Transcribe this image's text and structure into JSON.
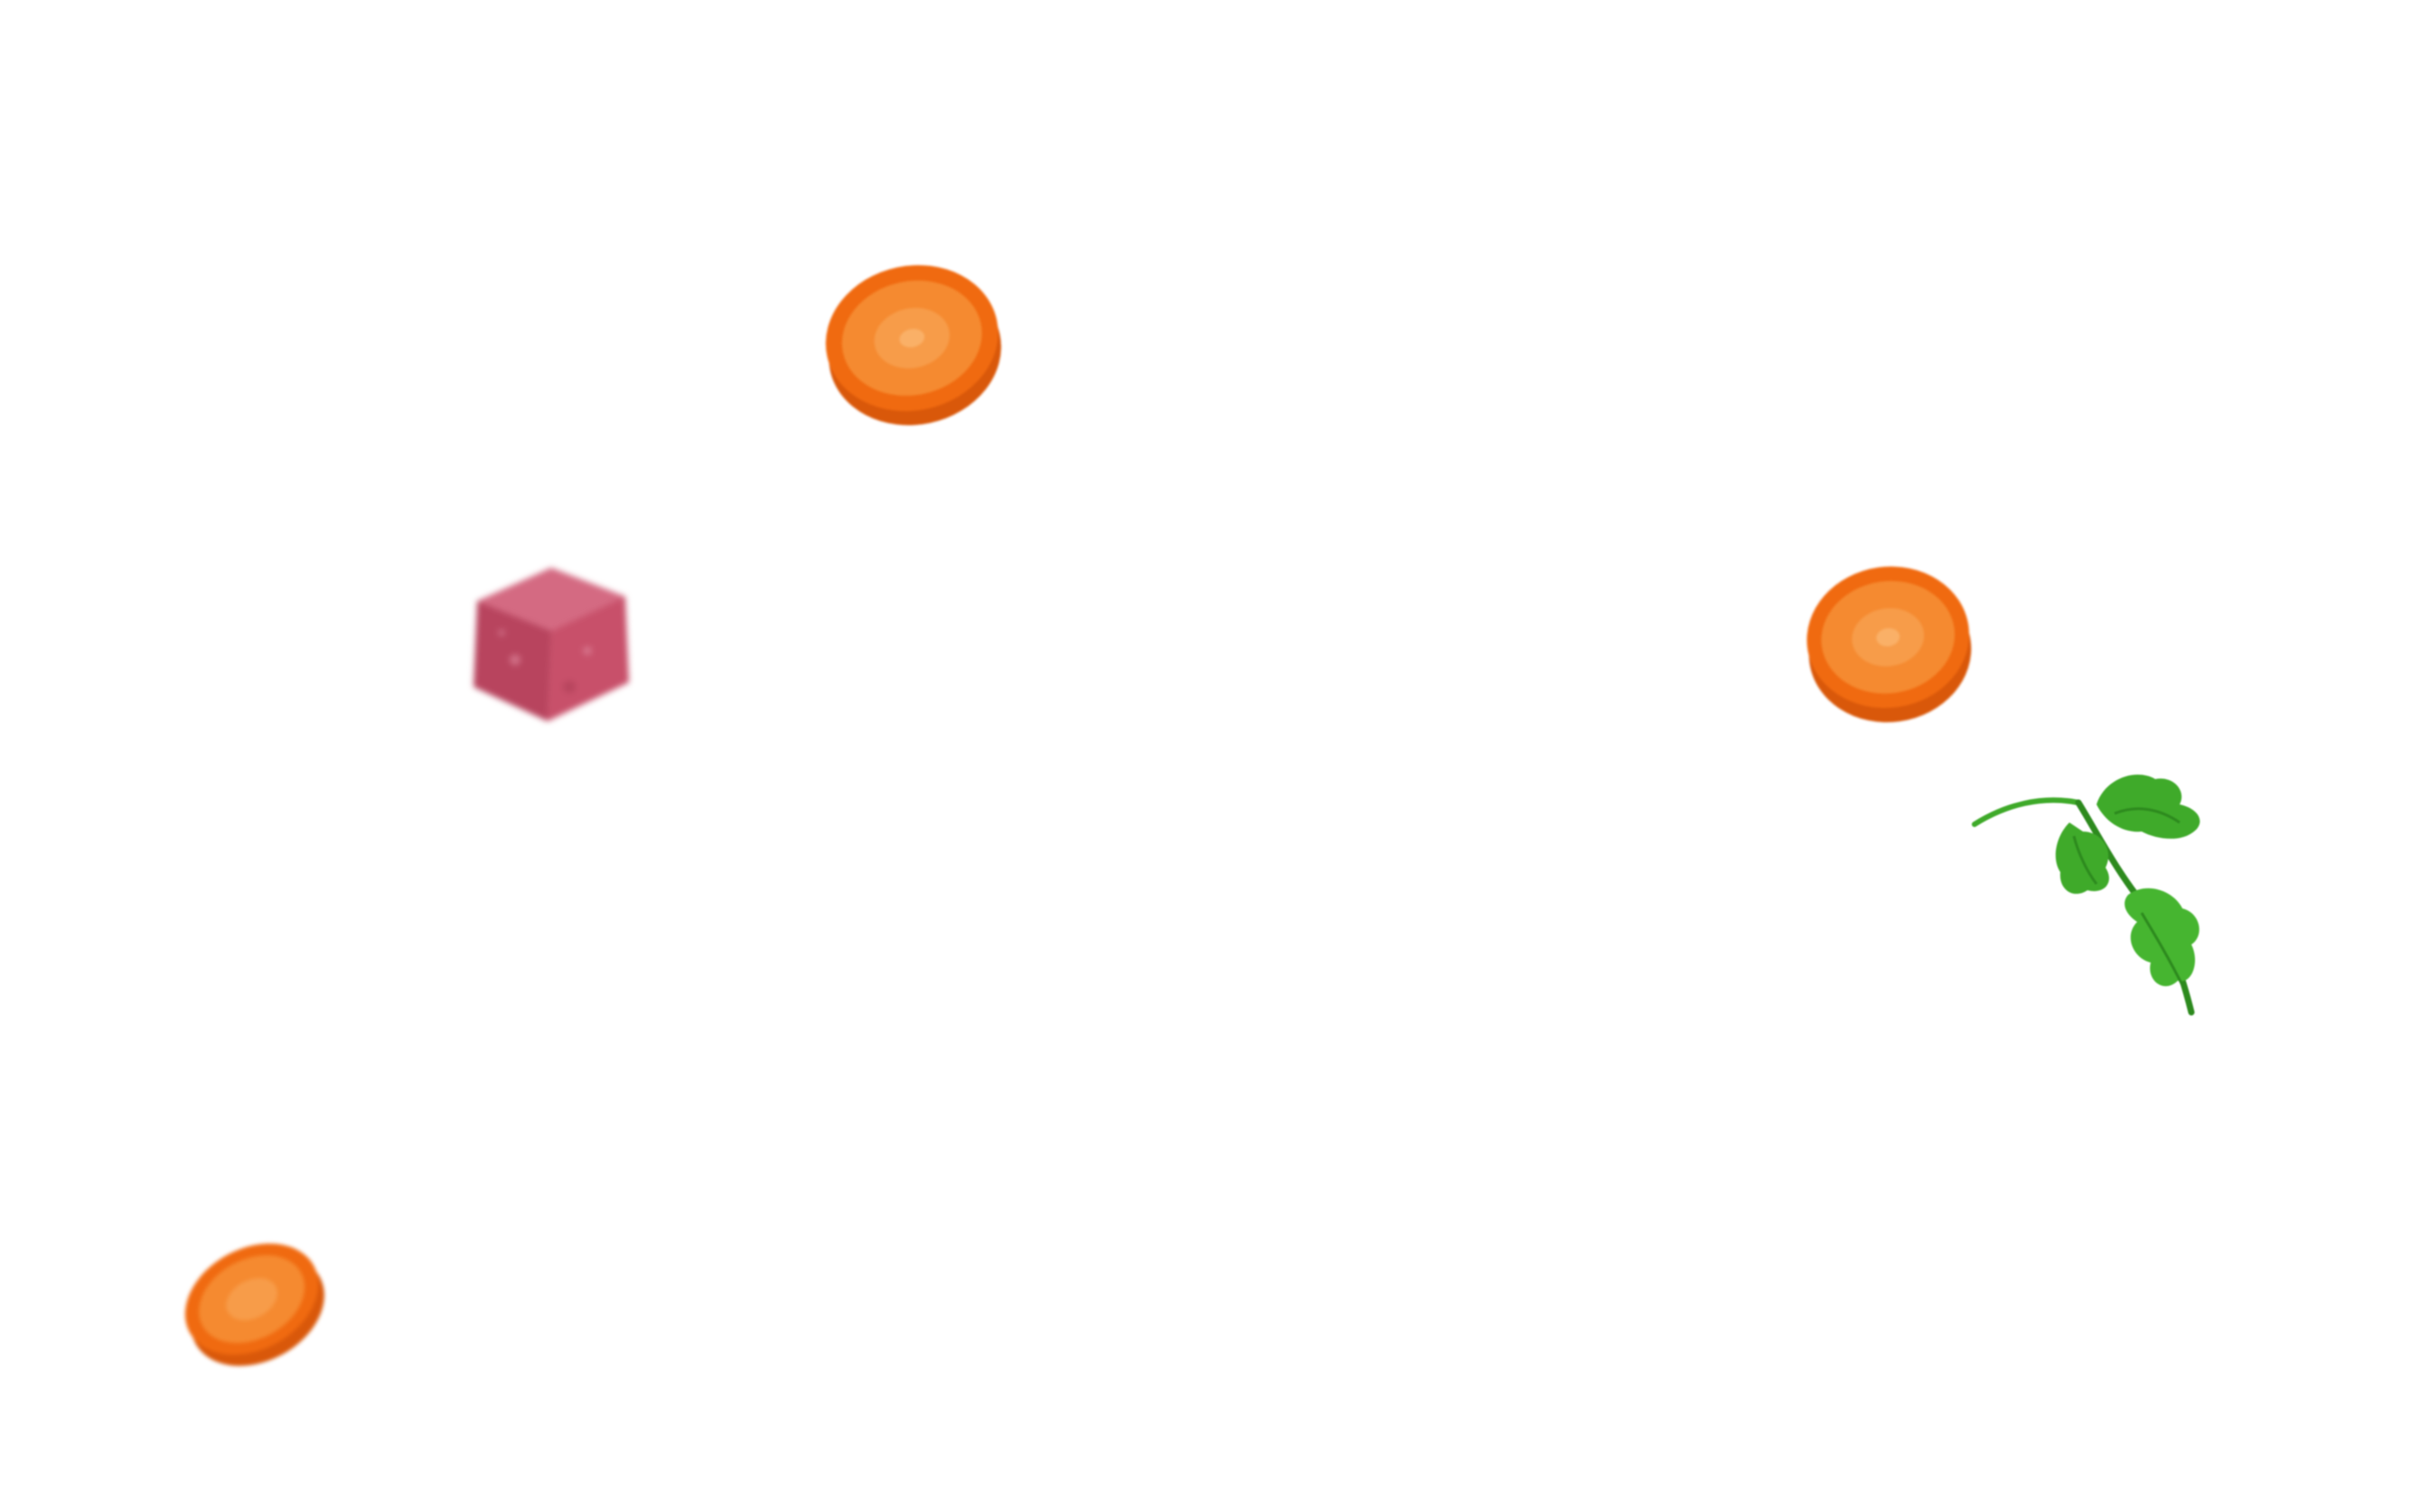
{
  "scene": {
    "background": "#ffffff"
  },
  "items": [
    {
      "kind": "carrot-slice",
      "icon": "carrot-slice-icon"
    },
    {
      "kind": "carrot-slice",
      "icon": "carrot-slice-icon"
    },
    {
      "kind": "carrot-slice",
      "icon": "carrot-slice-icon"
    },
    {
      "kind": "meat-cube",
      "icon": "meat-cube-icon"
    },
    {
      "kind": "parsley-sprig",
      "icon": "parsley-sprig-icon"
    }
  ],
  "colors": {
    "carrot_outer": "#f06a10",
    "carrot_inner": "#f58a30",
    "carrot_core": "#f7a050",
    "meat": "#c8506a",
    "meat_dark": "#a83a52",
    "parsley": "#3faa2a",
    "parsley_dark": "#2d8a1e"
  }
}
